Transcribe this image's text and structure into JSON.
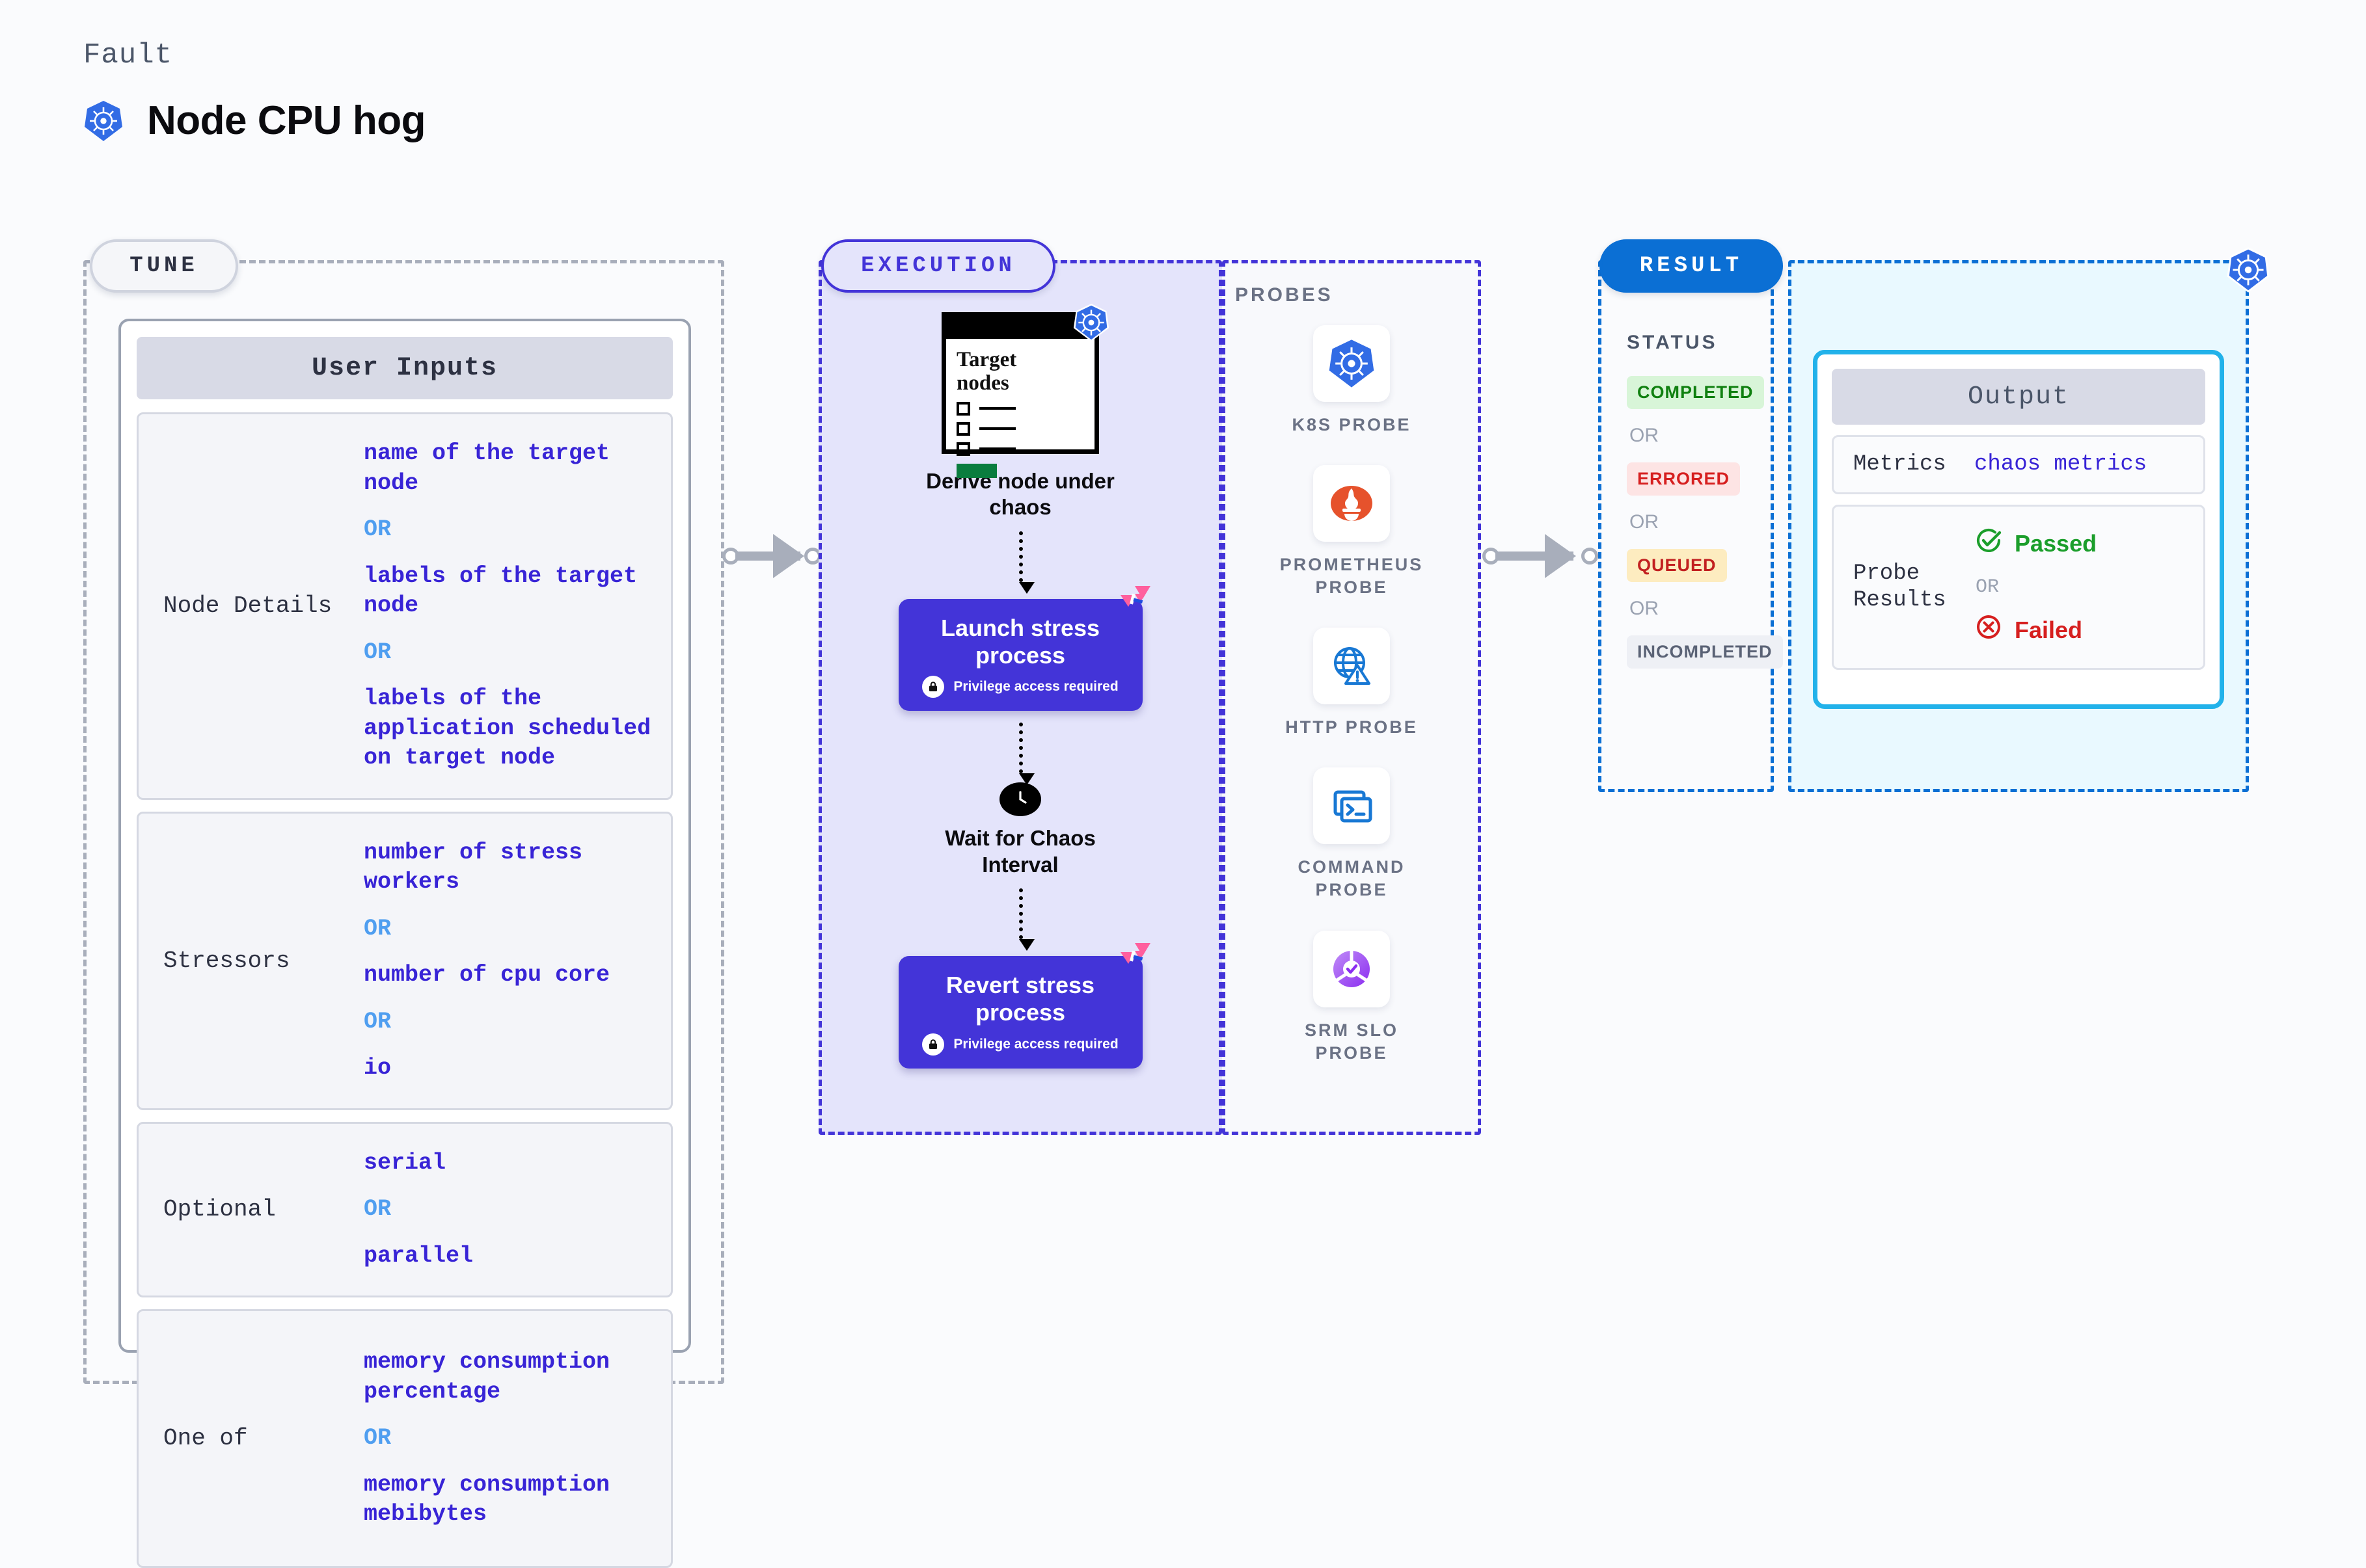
{
  "header": {
    "fault_label": "Fault",
    "fault_title": "Node CPU hog",
    "fault_icon": "kubernetes-icon"
  },
  "stages": {
    "tune": {
      "pill_label": "TUNE",
      "border_color": "#a8aebb"
    },
    "execution": {
      "pill_label": "EXECUTION",
      "border_color": "#4334d8",
      "bg_color": "#e4e4fb"
    },
    "probes": {
      "section_label": "PROBES"
    },
    "result": {
      "pill_label": "RESULT",
      "border_color": "#0b6fd4",
      "bg_color": "#0b6fd4"
    }
  },
  "tune": {
    "card_title": "User Inputs",
    "rows": [
      {
        "label": "Node Details",
        "values": [
          "name of the target node",
          "labels of the target node",
          "labels of the application  scheduled on target node"
        ],
        "separator": "OR"
      },
      {
        "label": "Stressors",
        "values": [
          "number of stress workers",
          "number of cpu core",
          "io"
        ],
        "separator": "OR"
      },
      {
        "label": "Optional",
        "values": [
          "serial",
          "parallel"
        ],
        "separator": "OR"
      },
      {
        "label": "One of",
        "values": [
          "memory consumption percentage",
          "memory consumption mebibytes"
        ],
        "separator": "OR"
      }
    ]
  },
  "execution": {
    "derive": {
      "card_title_line1": "Target",
      "card_title_line2": "nodes",
      "step_label": "Derive node under chaos",
      "badge_icon": "kubernetes-icon"
    },
    "launch": {
      "title": "Launch stress process",
      "privilege_note": "Privilege access required",
      "badge_icon": "harness-icon",
      "lock_icon": "lock-icon"
    },
    "wait": {
      "label": "Wait for Chaos Interval",
      "icon": "clock-icon"
    },
    "revert": {
      "title": "Revert stress process",
      "privilege_note": "Privilege access required",
      "badge_icon": "harness-icon",
      "lock_icon": "lock-icon"
    }
  },
  "probes": [
    {
      "name": "K8S PROBE",
      "icon": "kubernetes-icon"
    },
    {
      "name": "PROMETHEUS PROBE",
      "icon": "prometheus-icon"
    },
    {
      "name": "HTTP PROBE",
      "icon": "globe-warning-icon"
    },
    {
      "name": "COMMAND PROBE",
      "icon": "terminal-icon"
    },
    {
      "name": "SRM SLO PROBE",
      "icon": "srm-slo-icon"
    }
  ],
  "result": {
    "status_label": "STATUS",
    "separator": "OR",
    "statuses": [
      {
        "label": "COMPLETED",
        "color": "#108010",
        "bg": "#d8f5d8"
      },
      {
        "label": "ERRORED",
        "color": "#d61f1f",
        "bg": "#fde4e4"
      },
      {
        "label": "QUEUED",
        "color": "#c22020",
        "bg": "#fdecc0"
      },
      {
        "label": "INCOMPLETED",
        "color": "#5a6275",
        "bg": "#eef0f5"
      }
    ],
    "output": {
      "title": "Output",
      "metrics_label": "Metrics",
      "metrics_value": "chaos metrics",
      "probe_results_label": "Probe Results",
      "passed_label": "Passed",
      "failed_label": "Failed",
      "separator": "OR",
      "passed_icon": "check-circle-icon",
      "failed_icon": "x-circle-icon"
    },
    "float_icon": "kubernetes-icon"
  }
}
